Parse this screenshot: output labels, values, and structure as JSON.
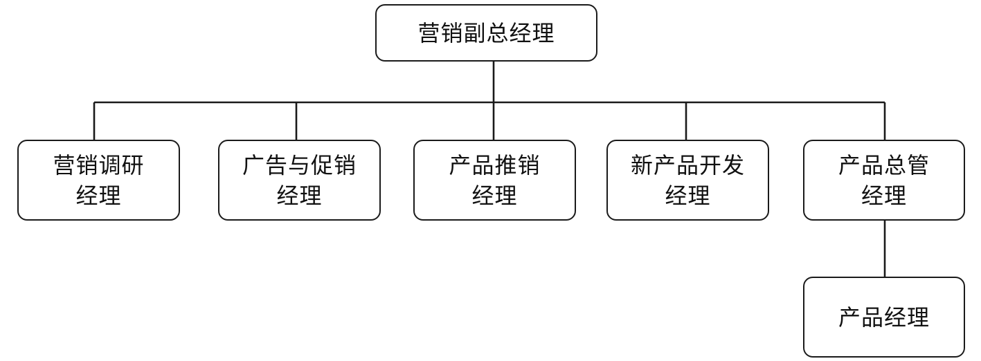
{
  "org_chart": {
    "top": {
      "line1": "营销副总经理"
    },
    "research": {
      "line1": "营销调研",
      "line2": "经理"
    },
    "advertising": {
      "line1": "广告与促销",
      "line2": "经理"
    },
    "promotion": {
      "line1": "产品推销",
      "line2": "经理"
    },
    "new_product": {
      "line1": "新产品开发",
      "line2": "经理"
    },
    "product_head": {
      "line1": "产品总管",
      "line2": "经理"
    },
    "product_manager": {
      "line1": "产品经理"
    }
  }
}
